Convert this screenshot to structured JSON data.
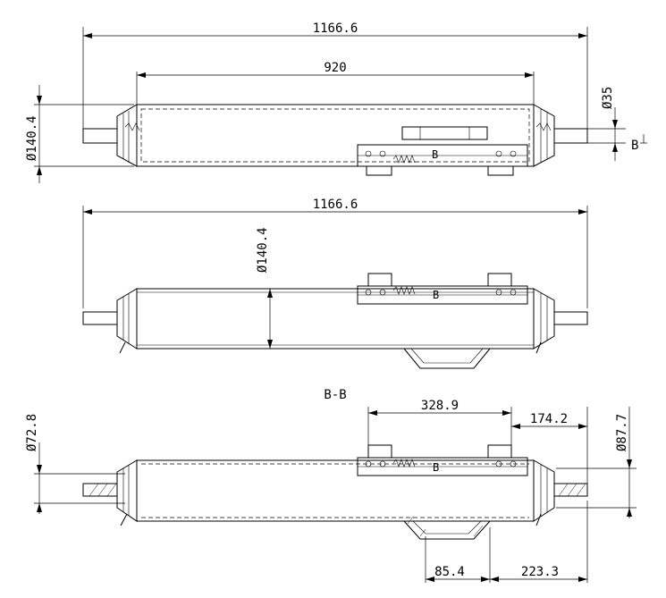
{
  "views": {
    "top": {
      "overall_length": "1166.6",
      "body_length": "920",
      "diameter_left": "Ø140.4",
      "pipe_diameter": "Ø35",
      "section_marker": "B"
    },
    "middle": {
      "overall_length": "1166.6",
      "diameter": "Ø140.4",
      "inner_label": "B"
    },
    "section": {
      "title": "B-B",
      "inlet_diameter": "Ø72.8",
      "outlet_diameter": "Ø87.7",
      "bracket_length": "328.9",
      "bracket_offset": "174.2",
      "foot_width": "85.4",
      "foot_offset": "223.3",
      "inner_label": "B"
    }
  }
}
